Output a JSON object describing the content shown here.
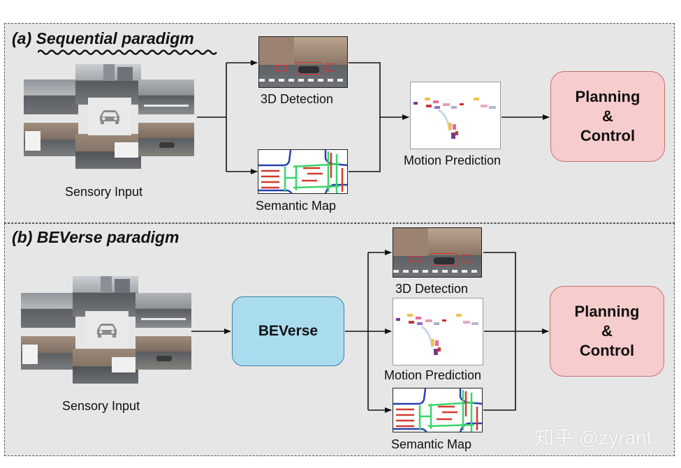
{
  "panel_a": {
    "title": "(a) Sequential paradigm",
    "sensory_caption": "Sensory Input",
    "detection_caption": "3D Detection",
    "map_caption": "Semantic Map",
    "motion_caption": "Motion Prediction",
    "planning": {
      "line1": "Planning",
      "line2": "&",
      "line3": "Control"
    }
  },
  "panel_b": {
    "title": "(b) BEVerse paradigm",
    "sensory_caption": "Sensory Input",
    "beverse_label": "BEVerse",
    "detection_caption": "3D Detection",
    "motion_caption": "Motion Prediction",
    "map_caption": "Semantic Map",
    "planning": {
      "line1": "Planning",
      "line2": "&",
      "line3": "Control"
    }
  },
  "watermark": "知乎 @zyrant",
  "colors": {
    "panel_bg": "#e6e6e6",
    "planning_fill": "#f7cccc",
    "beverse_fill": "#a9dcef",
    "map_blue": "#2a3fb0",
    "map_green": "#3ad46a",
    "map_red": "#d23a2a"
  },
  "icons": [
    "car-icon"
  ]
}
